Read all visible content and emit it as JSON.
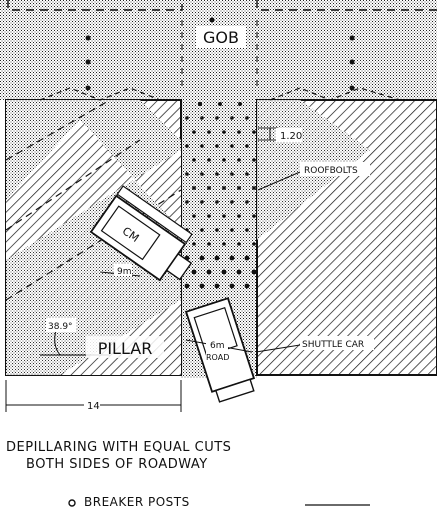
{
  "labels": {
    "gob": "GOB",
    "pillar": "PILLAR",
    "roofbolts": "ROOFBOLTS",
    "shuttle_car": "SHUTTLE CAR",
    "cm": "CM",
    "dim_120": "1.20",
    "dim_9m": "9m",
    "dim_6m": "6m",
    "road": "ROAD",
    "angle": "38.9°",
    "dim_14": "14"
  },
  "caption": {
    "line1": "DEPILLARING WITH EQUAL CUTS",
    "line2": "BOTH SIDES OF ROADWAY"
  },
  "legend": {
    "breaker_posts": "BREAKER POSTS"
  },
  "colors": {
    "ink": "#111111",
    "paper": "#ffffff"
  }
}
